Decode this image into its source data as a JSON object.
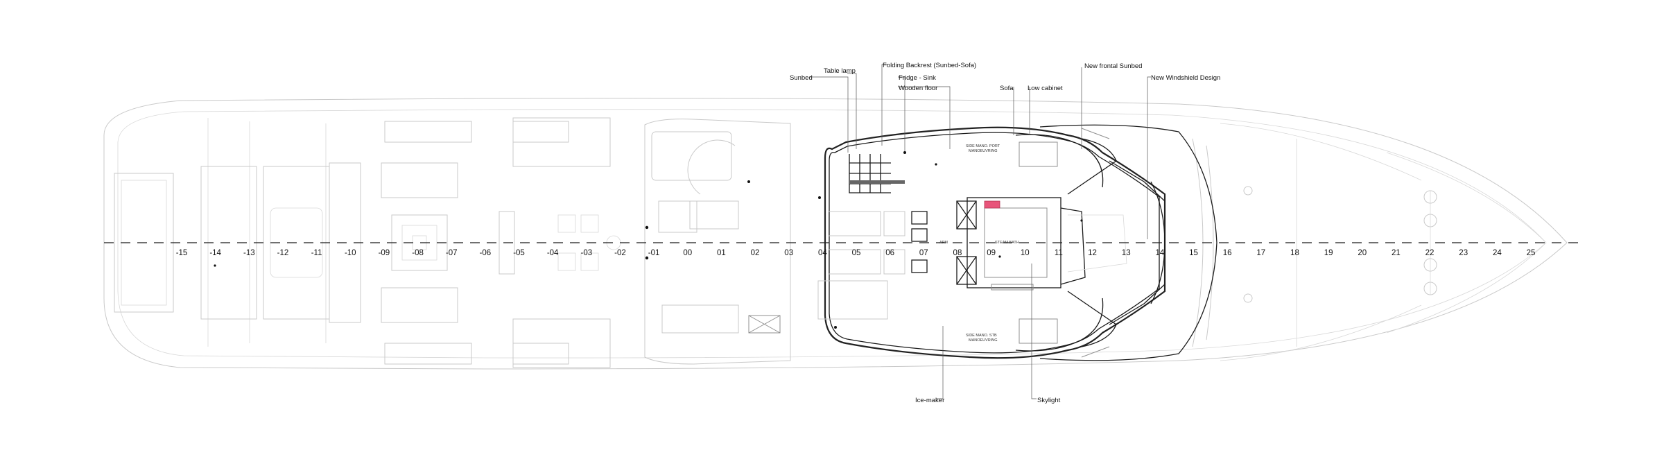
{
  "diagram": {
    "callouts": {
      "sunbed": "Sunbed",
      "table_lamp": "Table lamp",
      "folding_backrest": "Folding Backrest (Sunbed-Sofa)",
      "fridge_sink": "Fridge - Sink",
      "wooden_floor": "Wooden floor",
      "sofa": "Sofa",
      "low_cabinet": "Low cabinet",
      "new_frontal_sunbed": "New frontal Sunbed",
      "new_windshield": "New Windshield Design",
      "ice_maker": "Ice-maker",
      "skylight": "Skylight"
    },
    "stations": [
      "-15",
      "-14",
      "-13",
      "-12",
      "-11",
      "-10",
      "-09",
      "-08",
      "-07",
      "-06",
      "-05",
      "-04",
      "-03",
      "-02",
      "-01",
      "00",
      "01",
      "02",
      "03",
      "04",
      "05",
      "06",
      "07",
      "08",
      "09",
      "10",
      "11",
      "12",
      "13",
      "14",
      "15",
      "16",
      "17",
      "18",
      "19",
      "20",
      "21",
      "22",
      "23",
      "24",
      "25"
    ],
    "room_labels": {
      "apm": "APM",
      "steam_bath": "STEAM BATH",
      "side_port_1": "SIDE  MANO. PORT",
      "side_port_2": "MANOEUVRING",
      "side_stb_1": "SIDE  MANO. STB",
      "side_stb_2": "MANOEUVRING"
    },
    "colors": {
      "line": "#1a1a1a",
      "faint": "#c9c9c9",
      "accent": "#e8547a"
    }
  }
}
